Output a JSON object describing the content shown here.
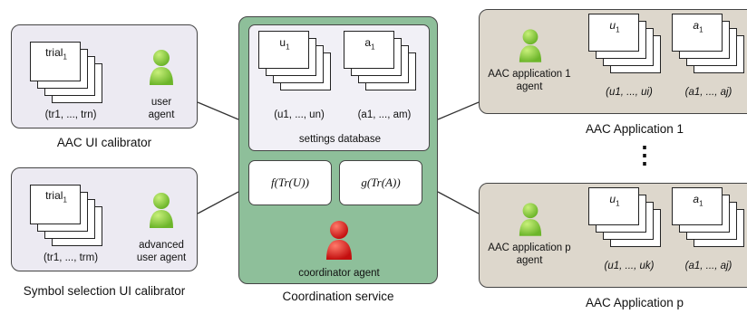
{
  "panels": {
    "ui_calibrator": {
      "caption": "AAC UI calibrator",
      "card_label": "trial",
      "card_label_sub": "1",
      "range_label": "(tr1, ..., trn)",
      "agent_label_1": "user",
      "agent_label_2": "agent"
    },
    "symbol_calibrator": {
      "caption": "Symbol selection UI calibrator",
      "card_label": "trial",
      "card_label_sub": "1",
      "range_label": "(tr1, ..., trm)",
      "agent_label_1": "advanced",
      "agent_label_2": "user agent"
    },
    "coordination": {
      "caption": "Coordination service",
      "db_label": "settings database",
      "card_u": "u",
      "card_u_sub": "1",
      "card_a": "a",
      "card_a_sub": "1",
      "range_u": "(u1, ..., un)",
      "range_a": "(a1, ..., am)",
      "func_f": "f(Tr(U))",
      "func_g": "g(Tr(A))",
      "agent_label": "coordinator agent"
    },
    "app1": {
      "caption": "AAC Application 1",
      "agent_label_1": "AAC application 1",
      "agent_label_2": "agent",
      "card_u": "u",
      "card_u_sub": "1",
      "card_a": "a",
      "card_a_sub": "1",
      "range_u": "(u1, ..., ui)",
      "range_a": "(a1, ..., aj)"
    },
    "appp": {
      "caption": "AAC Application p",
      "agent_label_1": "AAC application p",
      "agent_label_2": "agent",
      "card_u": "u",
      "card_u_sub": "1",
      "card_a": "a",
      "card_a_sub": "1",
      "range_u": "(u1, ..., uk)",
      "range_a": "(a1, ..., aj)"
    },
    "ellipsis": "⋮"
  },
  "colors": {
    "calibrator_bg": "#eceaf2",
    "coordination_bg": "#8ebf9a",
    "application_bg": "#ddd7cc",
    "user_agent": "#8ccf3c",
    "coordinator_agent": "#e02222"
  }
}
